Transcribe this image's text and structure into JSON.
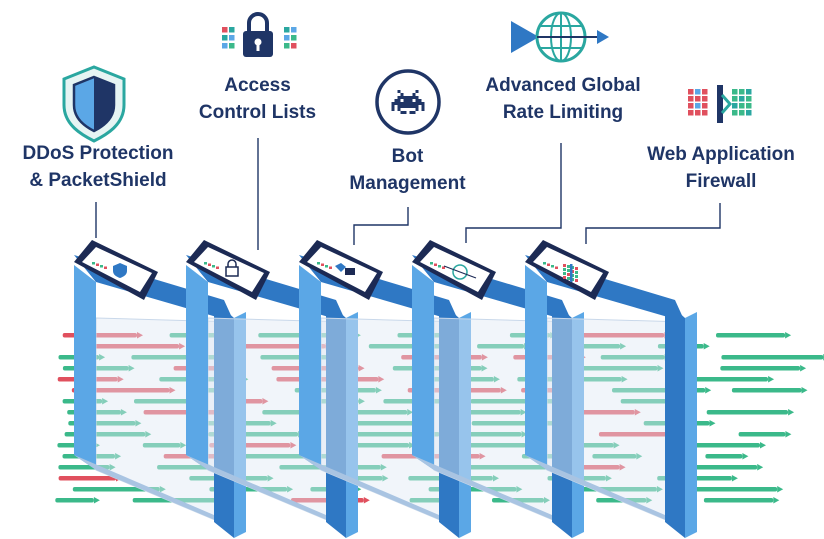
{
  "colors": {
    "navy": "#1f3566",
    "frame_blue": "#2f78c4",
    "frame_light": "#5ba7e6",
    "screen_dark": "#1c2a54",
    "traffic_green": "#3bb98a",
    "traffic_red": "#e0505e",
    "accent_teal": "#2aa7a0"
  },
  "features": [
    {
      "id": "ddos",
      "icon": "shield-icon",
      "line1": "DDoS Protection",
      "line2": "& PacketShield"
    },
    {
      "id": "acl",
      "icon": "padlock-icon",
      "line1": "Access",
      "line2": "Control Lists"
    },
    {
      "id": "bot",
      "icon": "space-invader-icon",
      "line1": "Bot",
      "line2": "Management"
    },
    {
      "id": "rate",
      "icon": "globe-arrow-icon",
      "line1": "Advanced Global",
      "line2": "Rate Limiting"
    },
    {
      "id": "waf",
      "icon": "firewall-icon",
      "line1": "Web Application",
      "line2": "Firewall"
    }
  ]
}
